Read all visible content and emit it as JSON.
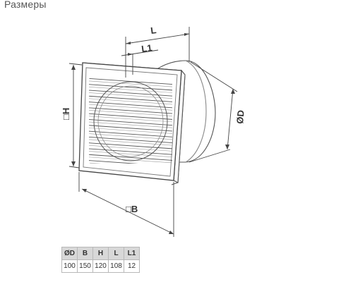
{
  "title": "Размеры",
  "labels": {
    "L": "L",
    "L1": "L1",
    "H": "□H",
    "D": "ØD",
    "B": "□B"
  },
  "table": {
    "headers": [
      "ØD",
      "B",
      "H",
      "L",
      "L1"
    ],
    "rows": [
      [
        "100",
        "150",
        "120",
        "108",
        "12"
      ]
    ]
  }
}
